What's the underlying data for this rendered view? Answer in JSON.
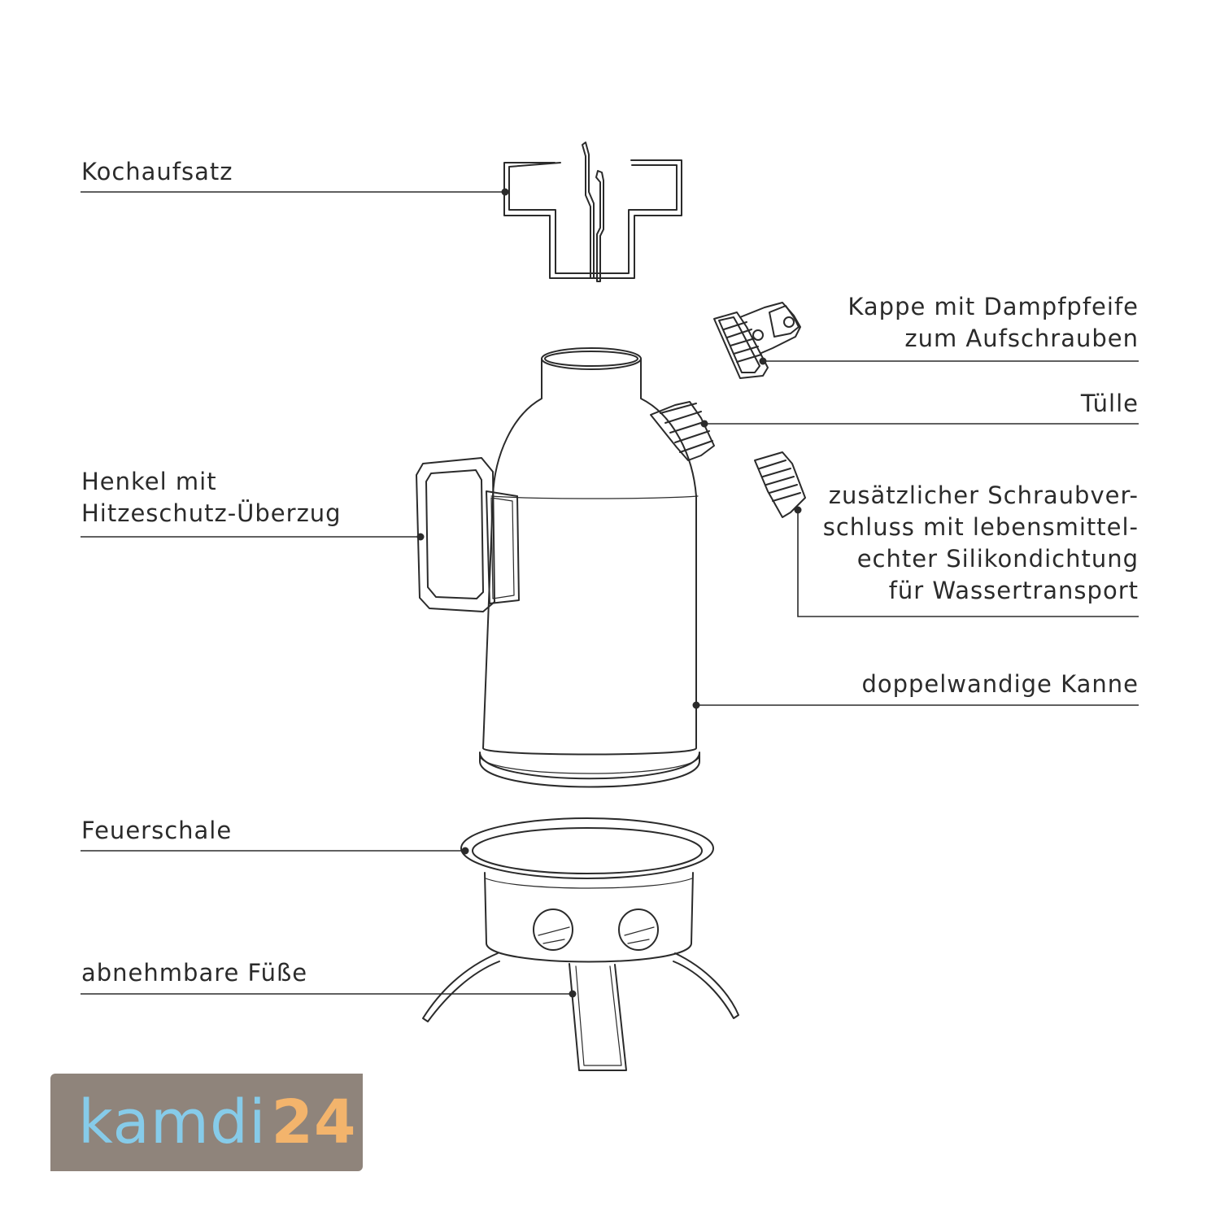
{
  "labels": {
    "kochaufsatz": "Kochaufsatz",
    "kappe": [
      "Kappe mit Dampfpfeife",
      "zum Aufschrauben"
    ],
    "tuelle": "Tülle",
    "henkel": [
      "Henkel mit",
      "Hitzeschutz-Überzug"
    ],
    "schraubverschluss": [
      "zusätzlicher Schraubver-",
      "schluss mit lebensmittel-",
      "echter Silikondichtung",
      "für Wassertransport"
    ],
    "kanne": "doppelwandige Kanne",
    "feuerschale": "Feuerschale",
    "fuesse": "abnehmbare Füße"
  },
  "logo": {
    "word": "kamdi",
    "number": "24",
    "colors": {
      "badge": "#8f847b",
      "word": "#86cbe9",
      "number": "#f3b46c"
    }
  },
  "colors": {
    "line": "#2b2b2b",
    "background": "#ffffff"
  }
}
